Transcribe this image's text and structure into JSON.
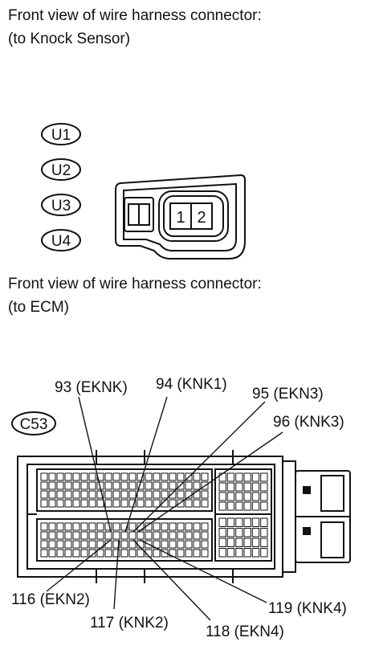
{
  "knock_sensor_caption": {
    "line1": "Front view of wire harness connector:",
    "line2": "(to Knock Sensor)"
  },
  "knock_sensor_tags": [
    "U1",
    "U2",
    "U3",
    "U4"
  ],
  "knock_sensor_pins": [
    "1",
    "2"
  ],
  "ecm_caption": {
    "line1": "Front view of wire harness connector:",
    "line2": "(to ECM)"
  },
  "ecm_tag": "C53",
  "ecm_pin_labels": {
    "p93": "93 (EKNK)",
    "p94": "94 (KNK1)",
    "p95": "95 (EKN3)",
    "p96": "96 (KNK3)",
    "p116": "116 (EKN2)",
    "p117": "117 (KNK2)",
    "p118": "118 (EKN4)",
    "p119": "119 (KNK4)"
  }
}
